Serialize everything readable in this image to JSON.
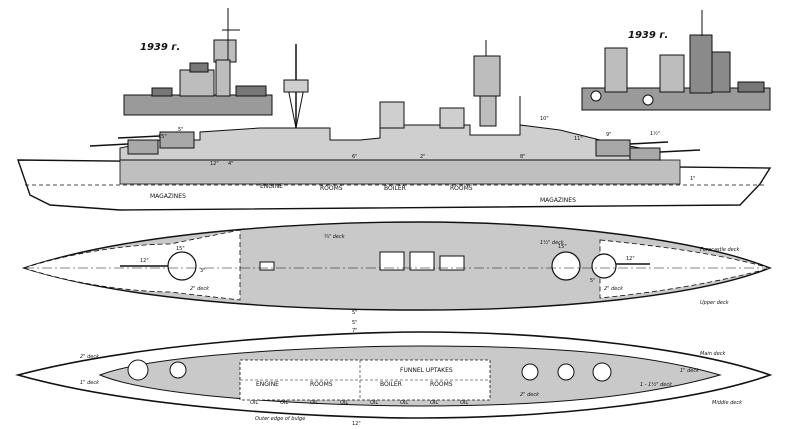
{
  "year_labels": {
    "left": "1939 г.",
    "right": "1939 г."
  },
  "profile": {
    "compartments": [
      "ENGINE",
      "ROOMS",
      "BOILER",
      "ROOMS"
    ],
    "magazines_left": "MAGAZINES",
    "magazines_right": "MAGAZINES",
    "armor_marks": [
      "15\"",
      "5\"",
      "12\"",
      "4\"",
      "6\"",
      "2\"",
      "8\"",
      "10\"",
      "11\"",
      "9\"",
      "1\"",
      "1½\""
    ]
  },
  "upper_plan": {
    "deck_labels": {
      "forecastle": "Forecastle deck",
      "upper": "Upper deck",
      "quarter_left": "¼\" deck",
      "quarter_right": "1½\" deck",
      "two_deck_left": "2\" deck",
      "two_deck_right": "2\" deck"
    },
    "armor_marks": [
      "15\"",
      "12\"",
      "3\"",
      "5\"",
      "15\"",
      "12\"",
      "5\""
    ]
  },
  "lower_plan": {
    "deck_labels": {
      "main": "Main deck",
      "middle": "Middle deck",
      "left_deck": "2\" deck",
      "left_deck2": "1\" deck",
      "right_deck": "1\" deck",
      "right_deck2": "1 - 1½\" deck",
      "main_right": "2\" deck"
    },
    "funnel_uptakes": "FUNNEL UPTAKES",
    "compartments": [
      "ENGINE",
      "ROOMS",
      "BOILER",
      "ROOMS"
    ],
    "oil_labels": [
      "OIL",
      "OIL",
      "OIL",
      "OIL",
      "OIL",
      "OIL",
      "OIL",
      "OIL"
    ],
    "bulge_note": "Outer edge of bulge",
    "center_marks": [
      "5\"",
      "7\"",
      "12\""
    ]
  }
}
